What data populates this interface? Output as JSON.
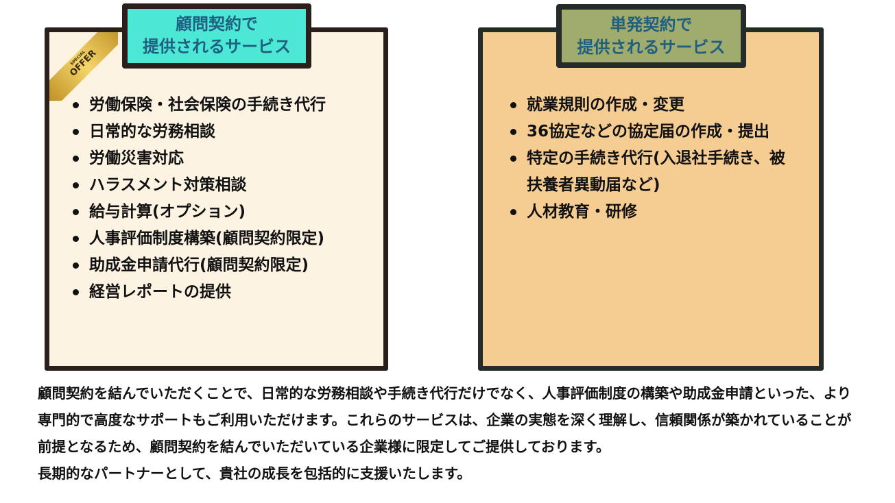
{
  "retainer": {
    "title_line1": "顧問契約で",
    "title_line2": "提供されるサービス",
    "ribbon_small": "SPECIAL",
    "ribbon_big": "OFFER",
    "items": [
      "労働保険・社会保険の手続き代行",
      "日常的な労務相談",
      "労働災害対応",
      "ハラスメント対策相談",
      "給与計算(オプション)",
      "人事評価制度構築(顧問契約限定)",
      "助成金申請代行(顧問契約限定)",
      "経営レポートの提供"
    ],
    "colors": {
      "title_bg": "#4de8d5",
      "card_bg": "#fdf3e3"
    }
  },
  "spot": {
    "title_line1": "単発契約で",
    "title_line2": "提供されるサービス",
    "items": [
      "就業規則の作成・変更",
      "36協定などの協定届の作成・提出",
      "特定の手続き代行(入退社手続き、被扶養者異動届など)",
      "人材教育・研修"
    ],
    "colors": {
      "title_bg": "#a0ab6e",
      "card_bg": "#f5cd93"
    }
  },
  "paragraph": {
    "line1": "顧問契約を結んでいただくことで、日常的な労務相談や手続き代行だけでなく、人事評価制度の構築や助成金申請といった、より専門的で高度なサポートもご利用いただけます。これらのサービスは、企業の実態を深く理解し、信頼関係が築かれていることが前提となるため、顧問契約を結んでいただいている企業様に限定してご提供しております。",
    "line2": "長期的なパートナーとして、貴社の成長を包括的に支援いたします。"
  }
}
